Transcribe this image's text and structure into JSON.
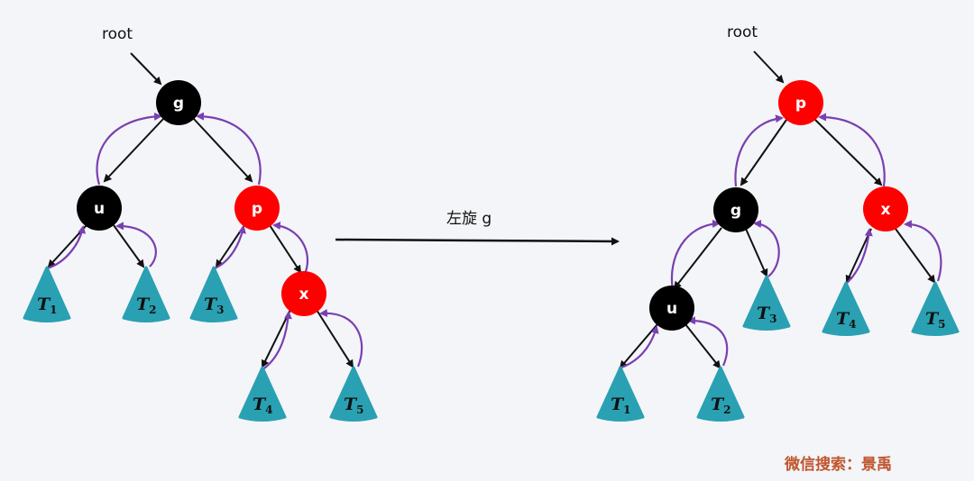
{
  "colors": {
    "black_node": "#000000",
    "red_node": "#ff0000",
    "subtree": "#2aa0b3",
    "edge": "#111111",
    "parent_pointer": "#7a3fb0"
  },
  "before": {
    "root_label": "root",
    "nodes": {
      "g": {
        "label": "g",
        "color": "black"
      },
      "u": {
        "label": "u",
        "color": "black"
      },
      "p": {
        "label": "p",
        "color": "red"
      },
      "x": {
        "label": "x",
        "color": "red"
      }
    },
    "subtrees": {
      "T1": {
        "letter": "T",
        "sub": "1"
      },
      "T2": {
        "letter": "T",
        "sub": "2"
      },
      "T3": {
        "letter": "T",
        "sub": "3"
      },
      "T4": {
        "letter": "T",
        "sub": "4"
      },
      "T5": {
        "letter": "T",
        "sub": "5"
      }
    }
  },
  "operation": {
    "label": "左旋 g"
  },
  "after": {
    "root_label": "root",
    "nodes": {
      "p": {
        "label": "p",
        "color": "red"
      },
      "g": {
        "label": "g",
        "color": "black"
      },
      "x": {
        "label": "x",
        "color": "red"
      },
      "u": {
        "label": "u",
        "color": "black"
      }
    },
    "subtrees": {
      "T1": {
        "letter": "T",
        "sub": "1"
      },
      "T2": {
        "letter": "T",
        "sub": "2"
      },
      "T3": {
        "letter": "T",
        "sub": "3"
      },
      "T4": {
        "letter": "T",
        "sub": "4"
      },
      "T5": {
        "letter": "T",
        "sub": "5"
      }
    }
  },
  "watermark": "微信搜索：景禹"
}
